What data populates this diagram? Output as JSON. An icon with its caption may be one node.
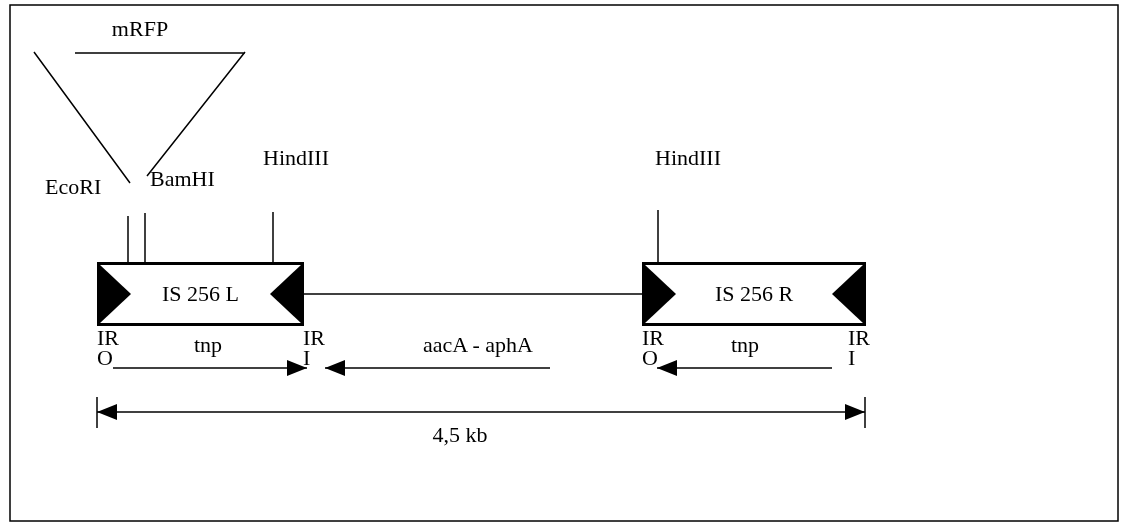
{
  "diagram": {
    "nodes": [
      {
        "text": [
          "IS 256 L"
        ]
      },
      {
        "text": [
          "IS 256 R"
        ]
      },
      {
        "text": [
          "mRFP"
        ]
      }
    ],
    "edges": [
      {
        "from": 0,
        "to": 1,
        "arrow": "none"
      }
    ],
    "labels": [
      "EcoRI",
      "BamHI",
      "HindIII",
      "HindIII",
      "IR O",
      "IR I",
      "IR O",
      "IR I",
      "tnp",
      "aacA - aphA",
      "tnp",
      "4,5 kb"
    ]
  }
}
